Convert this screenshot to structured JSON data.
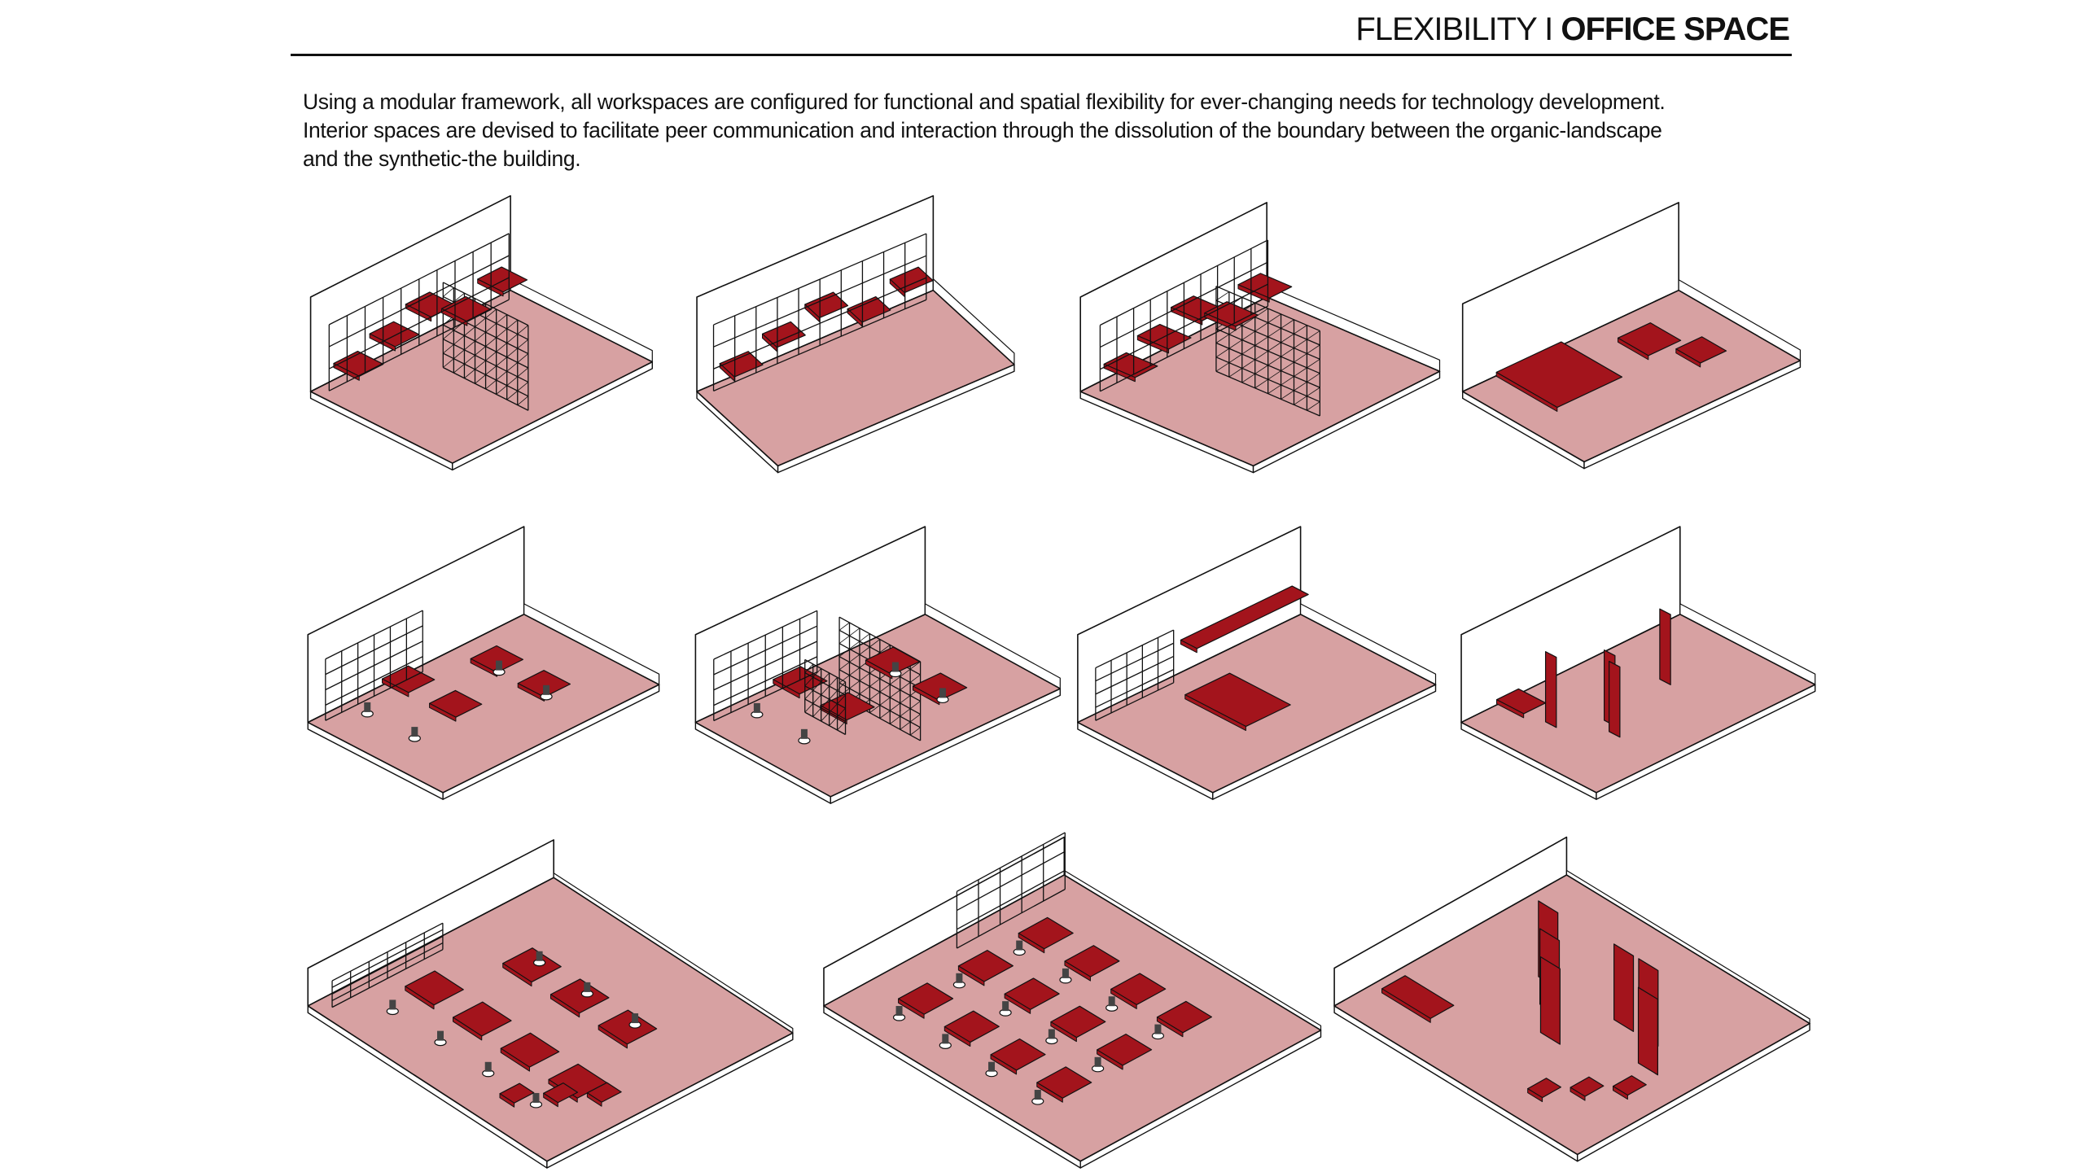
{
  "header": {
    "title_light": "FLEXIBILITY I ",
    "title_bold": "OFFICE SPACE"
  },
  "intro": {
    "lines": [
      "Using a modular framework, all workspaces are configured for functional and spatial flexibility for ever-changing needs for technology development.",
      "Interior spaces are devised to facilitate peer communication and interaction through the dissolution of the boundary between the organic-landscape",
      "and the synthetic-the building."
    ]
  },
  "colors": {
    "floor": "#d7a1a2",
    "furniture": "#a3141c",
    "line": "#111111",
    "wall": "#ffffff"
  },
  "diagrams": [
    {
      "id": "config-1",
      "kind": "lattice-wall-shelves"
    },
    {
      "id": "config-2",
      "kind": "wall-shelves"
    },
    {
      "id": "config-3",
      "kind": "lattice-wall-shelves"
    },
    {
      "id": "config-4",
      "kind": "lounge-seating"
    },
    {
      "id": "config-5",
      "kind": "zigzag-desk"
    },
    {
      "id": "config-6",
      "kind": "zigzag-desk-lattice"
    },
    {
      "id": "config-7",
      "kind": "long-shelf-tables"
    },
    {
      "id": "config-8",
      "kind": "red-partitions"
    },
    {
      "id": "config-9",
      "kind": "open-plan-zigzag"
    },
    {
      "id": "config-10",
      "kind": "open-plan-desk-clusters"
    },
    {
      "id": "config-11",
      "kind": "open-plan-partitions"
    }
  ]
}
